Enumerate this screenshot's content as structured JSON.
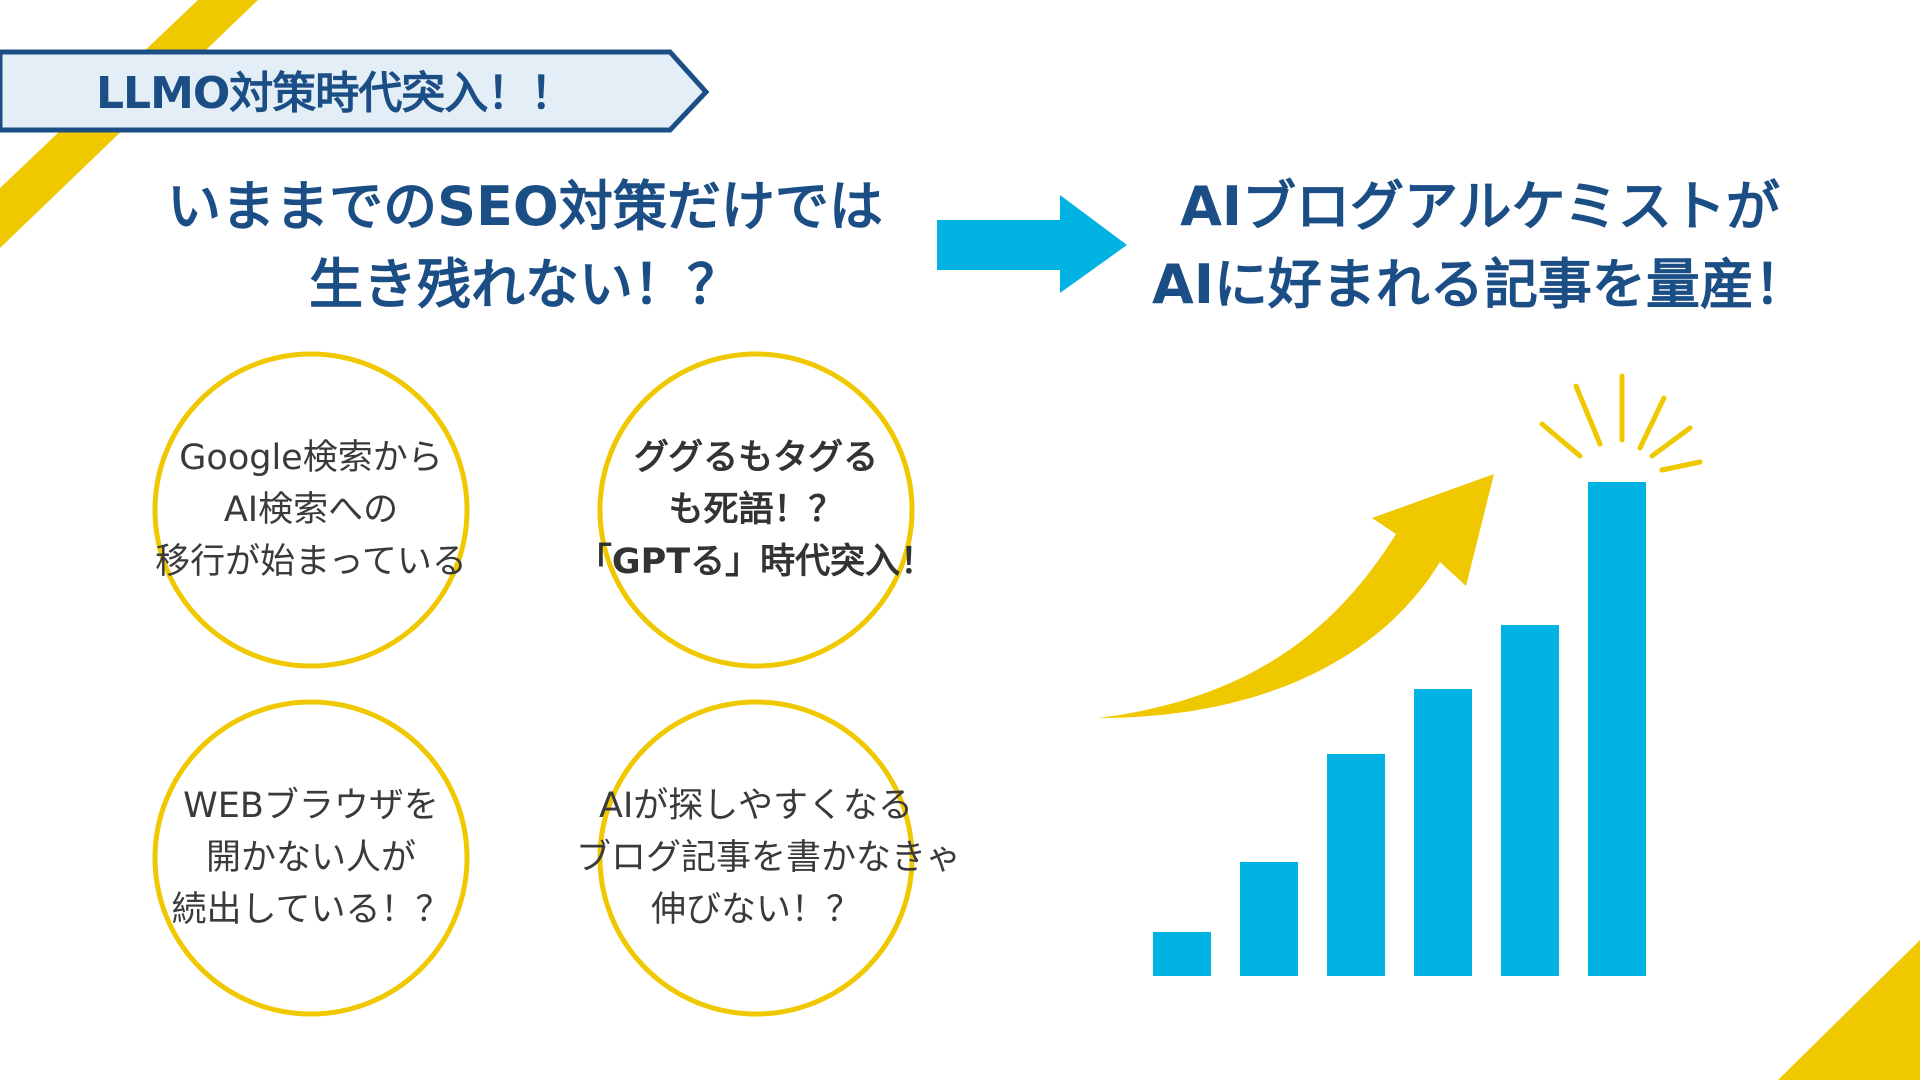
{
  "banner": {
    "label": "LLMO対策時代突入！！"
  },
  "headline_left": {
    "line1": "いままでのSEO対策だけでは",
    "line2": "生き残れない！？"
  },
  "headline_right": {
    "line1": "AIブログアルケミストが",
    "line2": "AIに好まれる記事を量産！"
  },
  "points": [
    {
      "lines": [
        "Google検索から",
        "AI検索への",
        "移行が始まっている"
      ]
    },
    {
      "lines": [
        "ググるもタグる",
        "も死語！？",
        "「GPTる」時代突入！"
      ]
    },
    {
      "lines": [
        "WEBブラウザを",
        "開かない人が",
        "続出している！？"
      ]
    },
    {
      "lines": [
        "AIが探しやすくなる",
        "ブログ記事を書かなきゃ",
        "伸びない！？"
      ]
    }
  ],
  "growth_chart": {
    "bar_levels": [
      0.09,
      0.23,
      0.45,
      0.58,
      0.71,
      1.0
    ]
  },
  "colors": {
    "navy": "#1c4e86",
    "yellow": "#f0c800",
    "cyan": "#00b3e3",
    "banner_fill": "#e4eef6"
  },
  "icons": {
    "right_arrow": "right-arrow-icon",
    "rising_arrow": "rising-arrow-icon",
    "sparkle": "sparkle-icon"
  }
}
